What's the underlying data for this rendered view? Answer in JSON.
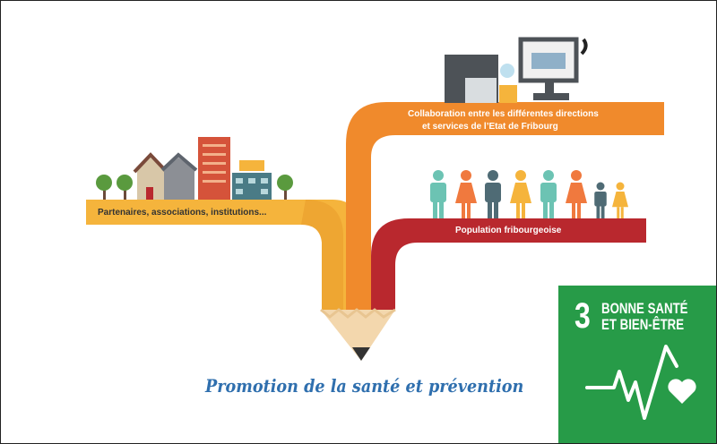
{
  "labels": {
    "partners": "Partenaires, associations, institutions...",
    "collab_line1": "Collaboration entre les différentes directions",
    "collab_line2": "et services de l’Etat de Fribourg",
    "population": "Population fribourgeoise"
  },
  "title": "Promotion de la santé et prévention",
  "sdg": {
    "number": "3",
    "line1": "BONNE SANTÉ",
    "line2": "ET BIEN-ÊTRE",
    "icon": "heartbeat-heart-icon",
    "color": "#279b48"
  },
  "colors": {
    "yellow": "#f5b43c",
    "orange": "#f08a2c",
    "red": "#b9282e",
    "title": "#2f6fae"
  }
}
